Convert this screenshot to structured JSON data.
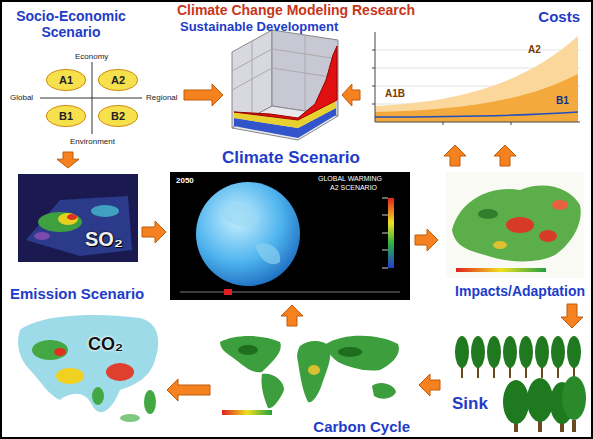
{
  "diagram": {
    "title": "Climate Change Modeling Research",
    "nodes": [
      {
        "text": [
          "Socio-Economic Scenario"
        ]
      },
      {
        "text": [
          "A1"
        ],
        "in": 0
      },
      {
        "text": [
          "A2"
        ],
        "in": 0
      },
      {
        "text": [
          "B1"
        ],
        "in": 0
      },
      {
        "text": [
          "B2"
        ],
        "in": 0
      },
      {
        "text": [
          "Sustainable Development"
        ]
      },
      {
        "text": [
          "Costs"
        ]
      },
      {
        "text": [
          "SO₂"
        ]
      },
      {
        "text": [
          "Climate Scenario"
        ]
      },
      {
        "text": [
          "Impacts/Adaptation"
        ]
      },
      {
        "text": [
          "Emission Scenario",
          "CO₂"
        ]
      },
      {
        "text": [
          "Carbon Cycle"
        ]
      },
      {
        "text": [
          "Sink"
        ]
      }
    ],
    "edges": [
      {
        "from": 0,
        "to": 5,
        "arrow": "to"
      },
      {
        "from": 6,
        "to": 5,
        "arrow": "to"
      },
      {
        "from": 0,
        "to": 7,
        "arrow": "to"
      },
      {
        "from": 7,
        "to": 8,
        "arrow": "to"
      },
      {
        "from": 8,
        "to": 9,
        "arrow": "to"
      },
      {
        "from": 9,
        "to": 6,
        "arrow": "to"
      },
      {
        "from": 9,
        "to": 6,
        "arrow": "to"
      },
      {
        "from": 11,
        "to": 8,
        "arrow": "to"
      },
      {
        "from": 11,
        "to": 10,
        "arrow": "to"
      },
      {
        "from": 12,
        "to": 11,
        "arrow": "to"
      },
      {
        "from": 9,
        "to": 12,
        "arrow": "to"
      }
    ],
    "labels": [
      "Economy",
      "Global",
      "Regional",
      "Environment",
      "A1B",
      "A2",
      "B1",
      "2050",
      "GLOBAL WARMING",
      "A2 SCENARIO"
    ]
  }
}
